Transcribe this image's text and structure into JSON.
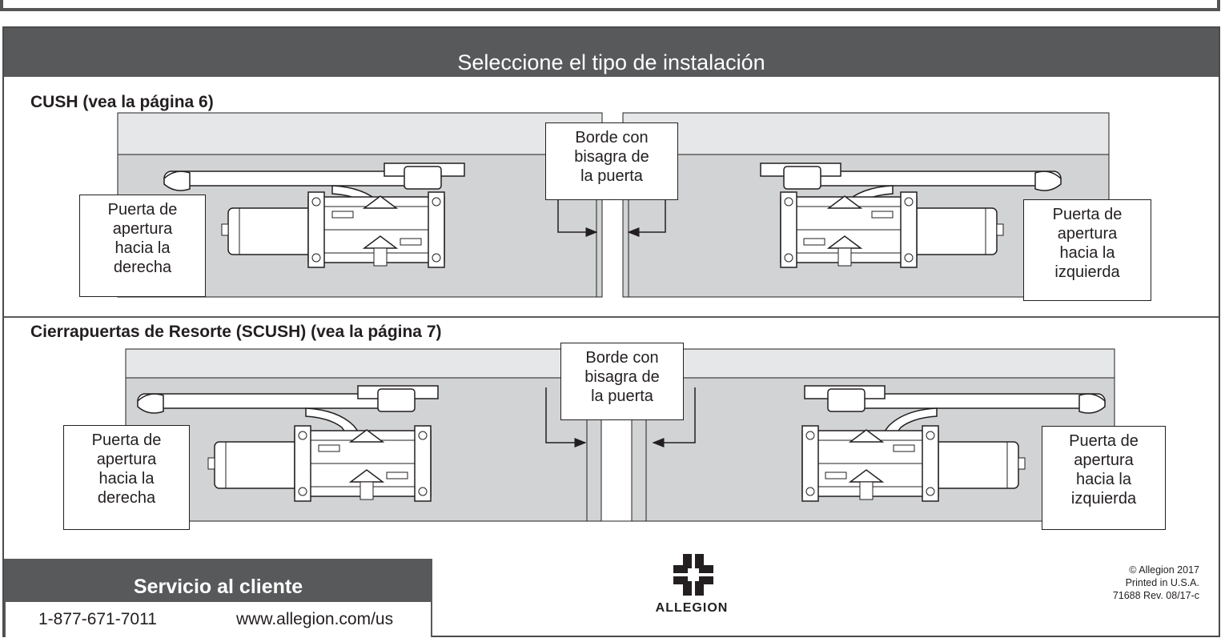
{
  "header": {
    "title": "Seleccione el tipo de instalación"
  },
  "sections": [
    {
      "title": "CUSH (vea la página 6)",
      "hinge_label": [
        "Borde con",
        "bisagra de",
        "la puerta"
      ],
      "left_door_label": [
        "Puerta de",
        "apertura",
        "hacia la",
        "derecha"
      ],
      "right_door_label": [
        "Puerta de",
        "apertura",
        "hacia la",
        "izquierda"
      ]
    },
    {
      "title": "Cierrapuertas de Resorte (SCUSH) (vea la página 7)",
      "hinge_label": [
        "Borde con",
        "bisagra de",
        "la puerta"
      ],
      "left_door_label": [
        "Puerta de",
        "apertura",
        "hacia la",
        "derecha"
      ],
      "right_door_label": [
        "Puerta de",
        "apertura",
        "hacia la",
        "izquierda"
      ]
    }
  ],
  "footer": {
    "service_title": "Servicio al cliente",
    "phone": "1-877-671-7011",
    "website": "www.allegion.com/us",
    "brand": "ALLEGION",
    "copyright": "© Allegion 2017",
    "printed": "Printed in U.S.A.",
    "revision": "71688 Rev. 08/17-c"
  },
  "colors": {
    "header_bg": "#58595b",
    "door_fill": "#d1d3d4",
    "frame_fill": "#e6e7e8",
    "line": "#231f20"
  }
}
